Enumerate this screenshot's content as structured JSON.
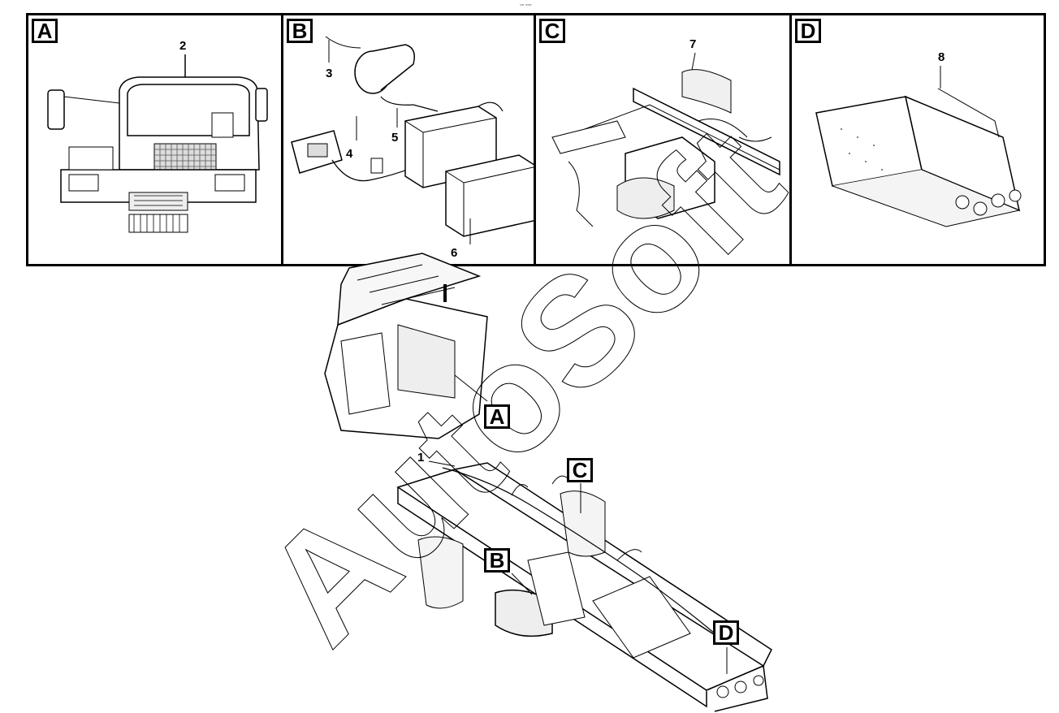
{
  "header_mark": "▫▫ ▫▫▫",
  "panels": [
    {
      "letter": "A",
      "callouts": [
        "2"
      ]
    },
    {
      "letter": "B",
      "callouts": [
        "3",
        "4",
        "5",
        "6"
      ]
    },
    {
      "letter": "C",
      "callouts": [
        "7"
      ]
    },
    {
      "letter": "D",
      "callouts": [
        "8"
      ]
    }
  ],
  "main": {
    "callout": "1",
    "labels": [
      "A",
      "C",
      "B",
      "D"
    ]
  },
  "watermark": "AutoSoft",
  "colors": {
    "line": "#000000",
    "background": "#ffffff",
    "fill_light": "#e6e6e6"
  }
}
